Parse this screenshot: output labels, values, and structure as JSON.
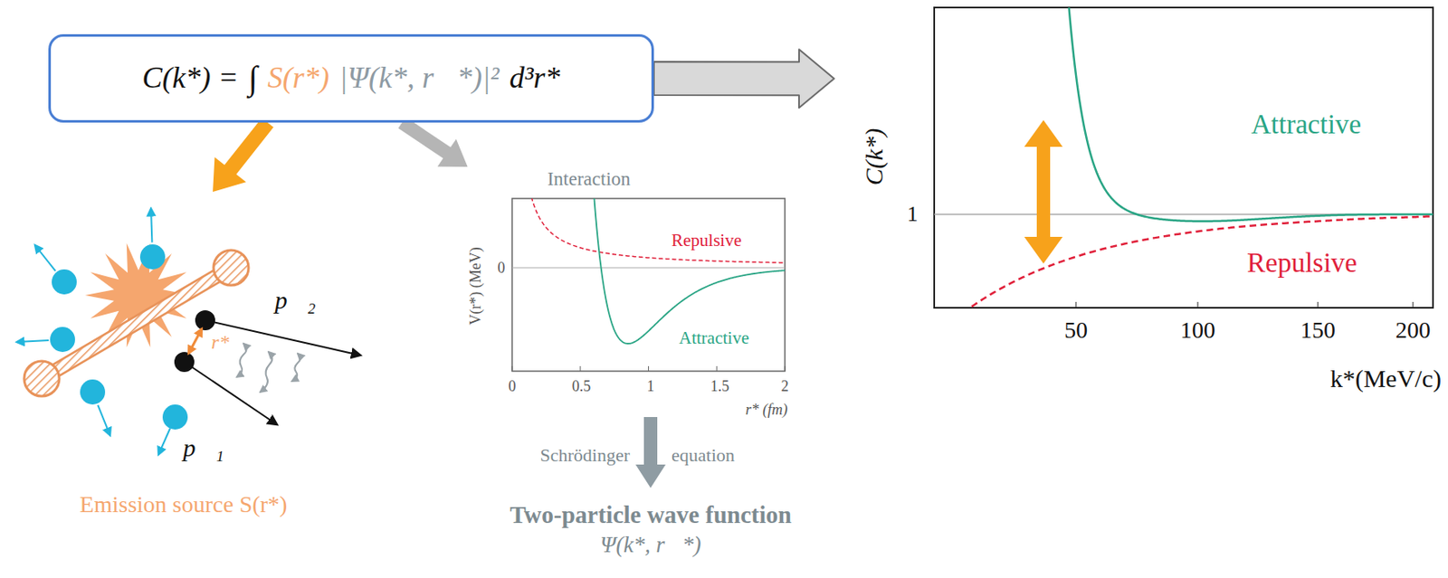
{
  "diagram": {
    "nodes": [
      {
        "text": [
          "C(k*) =",
          "∫",
          "S(r*)",
          "|Ψ(k*, r⃗*)|²",
          "d³r*"
        ]
      },
      {
        "text": [
          "Emission source S(r*)"
        ]
      },
      {
        "text": [
          "Interaction",
          "Repulsive",
          "Attractive"
        ]
      },
      {
        "text": [
          "Two-particle wave function",
          "Ψ(k*, r⃗*)"
        ]
      },
      {
        "text": [
          "Attractive",
          "Repulsive"
        ]
      }
    ],
    "edges": [
      {
        "from": 0,
        "to": 1,
        "arrow": "to"
      },
      {
        "from": 0,
        "to": 2,
        "arrow": "to"
      },
      {
        "from": 0,
        "to": 4,
        "arrow": "to"
      },
      {
        "from": 2,
        "to": 3,
        "arrow": "to"
      }
    ],
    "labels": [
      "Schrödinger",
      "equation",
      "V(r*) (MeV)",
      "0",
      "0",
      "0.5",
      "1",
      "1.5",
      "2",
      "r* (fm)",
      "C(k*)",
      "1",
      "50",
      "100",
      "150",
      "200",
      "k*(MeV/c)",
      "r*",
      "p⃗₂",
      "p⃗₁"
    ]
  }
}
